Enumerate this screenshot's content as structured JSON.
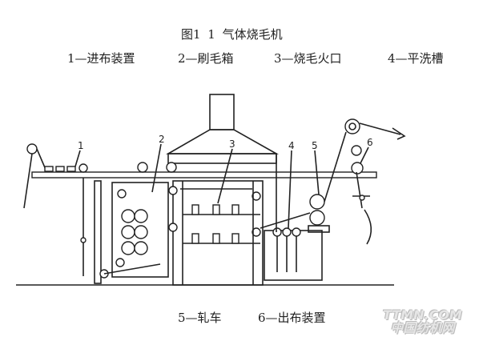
{
  "figure": {
    "title": "图1  1      气体烧毛机",
    "legend": [
      {
        "num": "1",
        "label": "1—进布装置"
      },
      {
        "num": "2",
        "label": "2—刷毛箱"
      },
      {
        "num": "3",
        "label": "3—烧毛火口"
      },
      {
        "num": "4",
        "label": "4—平洗槽"
      },
      {
        "num": "5",
        "label": "5—轧车"
      },
      {
        "num": "6",
        "label": "6—出布装置"
      }
    ]
  },
  "watermark": {
    "line1": "TTMN.COM",
    "line2": "中国纺机网"
  }
}
